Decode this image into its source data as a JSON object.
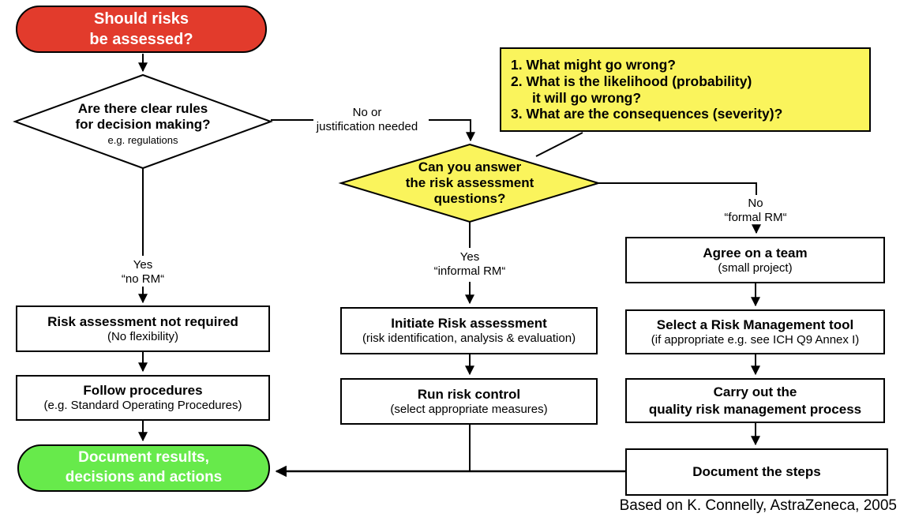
{
  "colors": {
    "red": "#E23B2C",
    "green": "#67EA4B",
    "yellow": "#FAF45C",
    "line": "#000000"
  },
  "nodes": {
    "start": {
      "line1": "Should risks",
      "line2": "be assessed?"
    },
    "decision_rules": {
      "line1": "Are there clear rules",
      "line2": "for decision making?",
      "note": "e.g. regulations"
    },
    "question_note": {
      "item1": "1. What might go wrong?",
      "item2": "2. What is the likelihood (probability)",
      "item2_cont": "it will go wrong?",
      "item3": "3. What are the consequences (severity)?"
    },
    "decision_answer": {
      "line1": "Can you answer",
      "line2": "the risk assessment",
      "line3": "questions?"
    },
    "risk_not_required": {
      "title": "Risk assessment not required",
      "subtitle": "(No flexibility)"
    },
    "follow_procedures": {
      "title": "Follow procedures",
      "subtitle": "(e.g. Standard Operating Procedures)"
    },
    "document_results": {
      "line1": "Document results,",
      "line2": "decisions and actions"
    },
    "initiate_risk": {
      "title": "Initiate Risk assessment",
      "subtitle": "(risk identification, analysis & evaluation)"
    },
    "run_risk_control": {
      "title": "Run risk control",
      "subtitle": "(select appropriate measures)"
    },
    "agree_team": {
      "title": "Agree on a team",
      "subtitle": "(small project)"
    },
    "select_tool": {
      "title": "Select a Risk Management tool",
      "subtitle": "(if appropriate e.g. see ICH Q9 Annex I)"
    },
    "carry_out": {
      "line1": "Carry out the",
      "line2": "quality risk management process"
    },
    "document_steps": {
      "title": "Document the steps"
    }
  },
  "labels": {
    "no_or_justification": {
      "line1": "No or",
      "line2": "justification needed"
    },
    "yes_no_rm": {
      "line1": "Yes",
      "line2": "“no RM“"
    },
    "yes_informal_rm": {
      "line1": "Yes",
      "line2": "“informal RM“"
    },
    "no_formal_rm": {
      "line1": "No",
      "line2": "“formal RM“"
    }
  },
  "footer": {
    "attribution": "Based on K. Connelly, AstraZeneca, 2005"
  }
}
